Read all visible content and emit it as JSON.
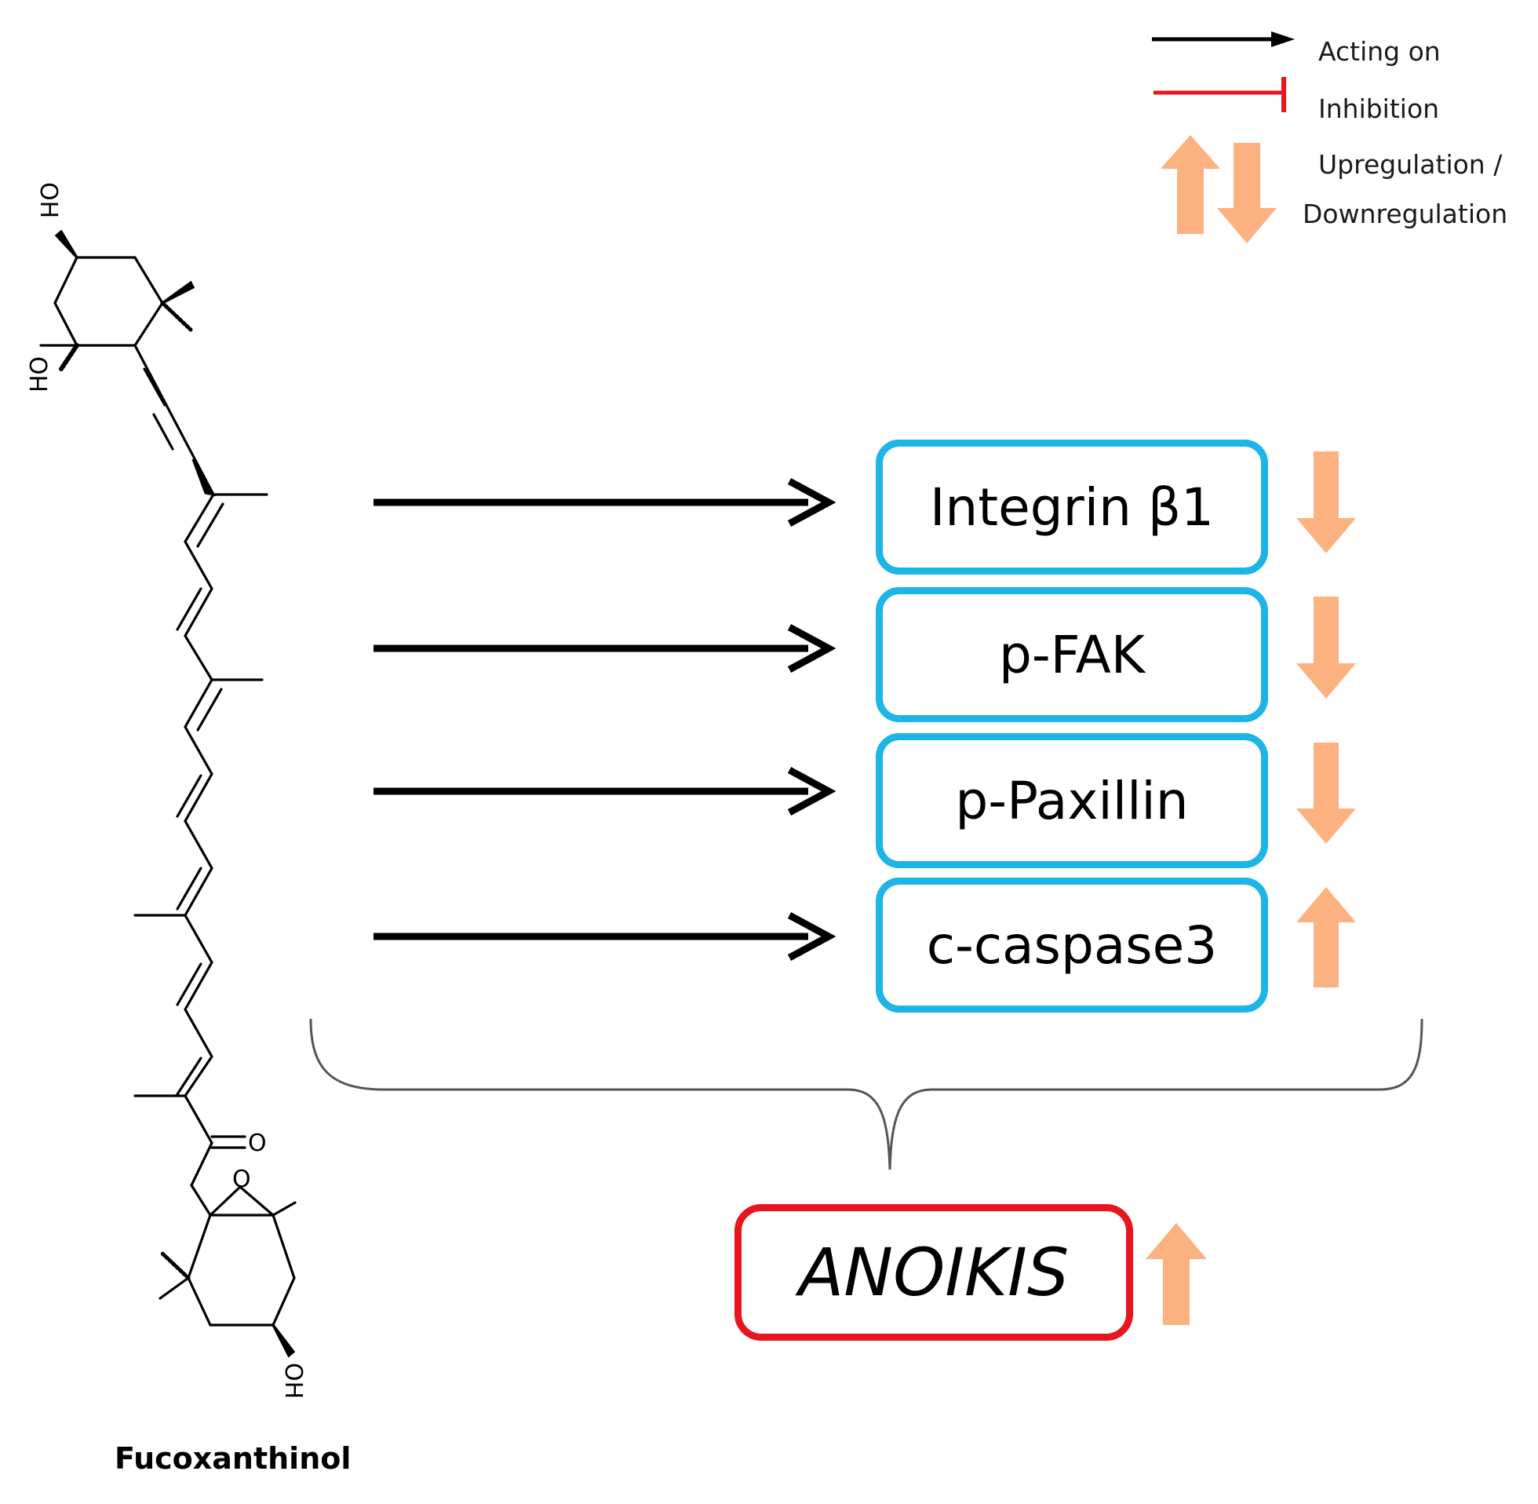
{
  "legend": {
    "acting_on": "Acting on",
    "inhibition": "Inhibition",
    "regulation_line1": "Upregulation /",
    "regulation_line2": "Downregulation"
  },
  "compound": {
    "name": "Fucoxanthinol",
    "atoms": {
      "hydroxyl_top": "OH",
      "hydroxyl_mid": "HO",
      "ketone_oxygen": "O",
      "epoxide_oxygen": "O",
      "hydroxyl_bottom": "OH"
    }
  },
  "targets": [
    {
      "label": "Integrin β1",
      "direction": "down"
    },
    {
      "label": "p-FAK",
      "direction": "down"
    },
    {
      "label": "p-Paxillin",
      "direction": "down"
    },
    {
      "label": "c-caspase3",
      "direction": "up"
    }
  ],
  "outcome": {
    "label": "ANOIKIS",
    "direction": "up"
  },
  "colors": {
    "acting_on": "#000000",
    "inhibition": "#e8141e",
    "regulation_arrow": "#fbb280",
    "target_border": "#1db4e6",
    "outcome_border": "#e8141e",
    "brace": "#555555"
  }
}
